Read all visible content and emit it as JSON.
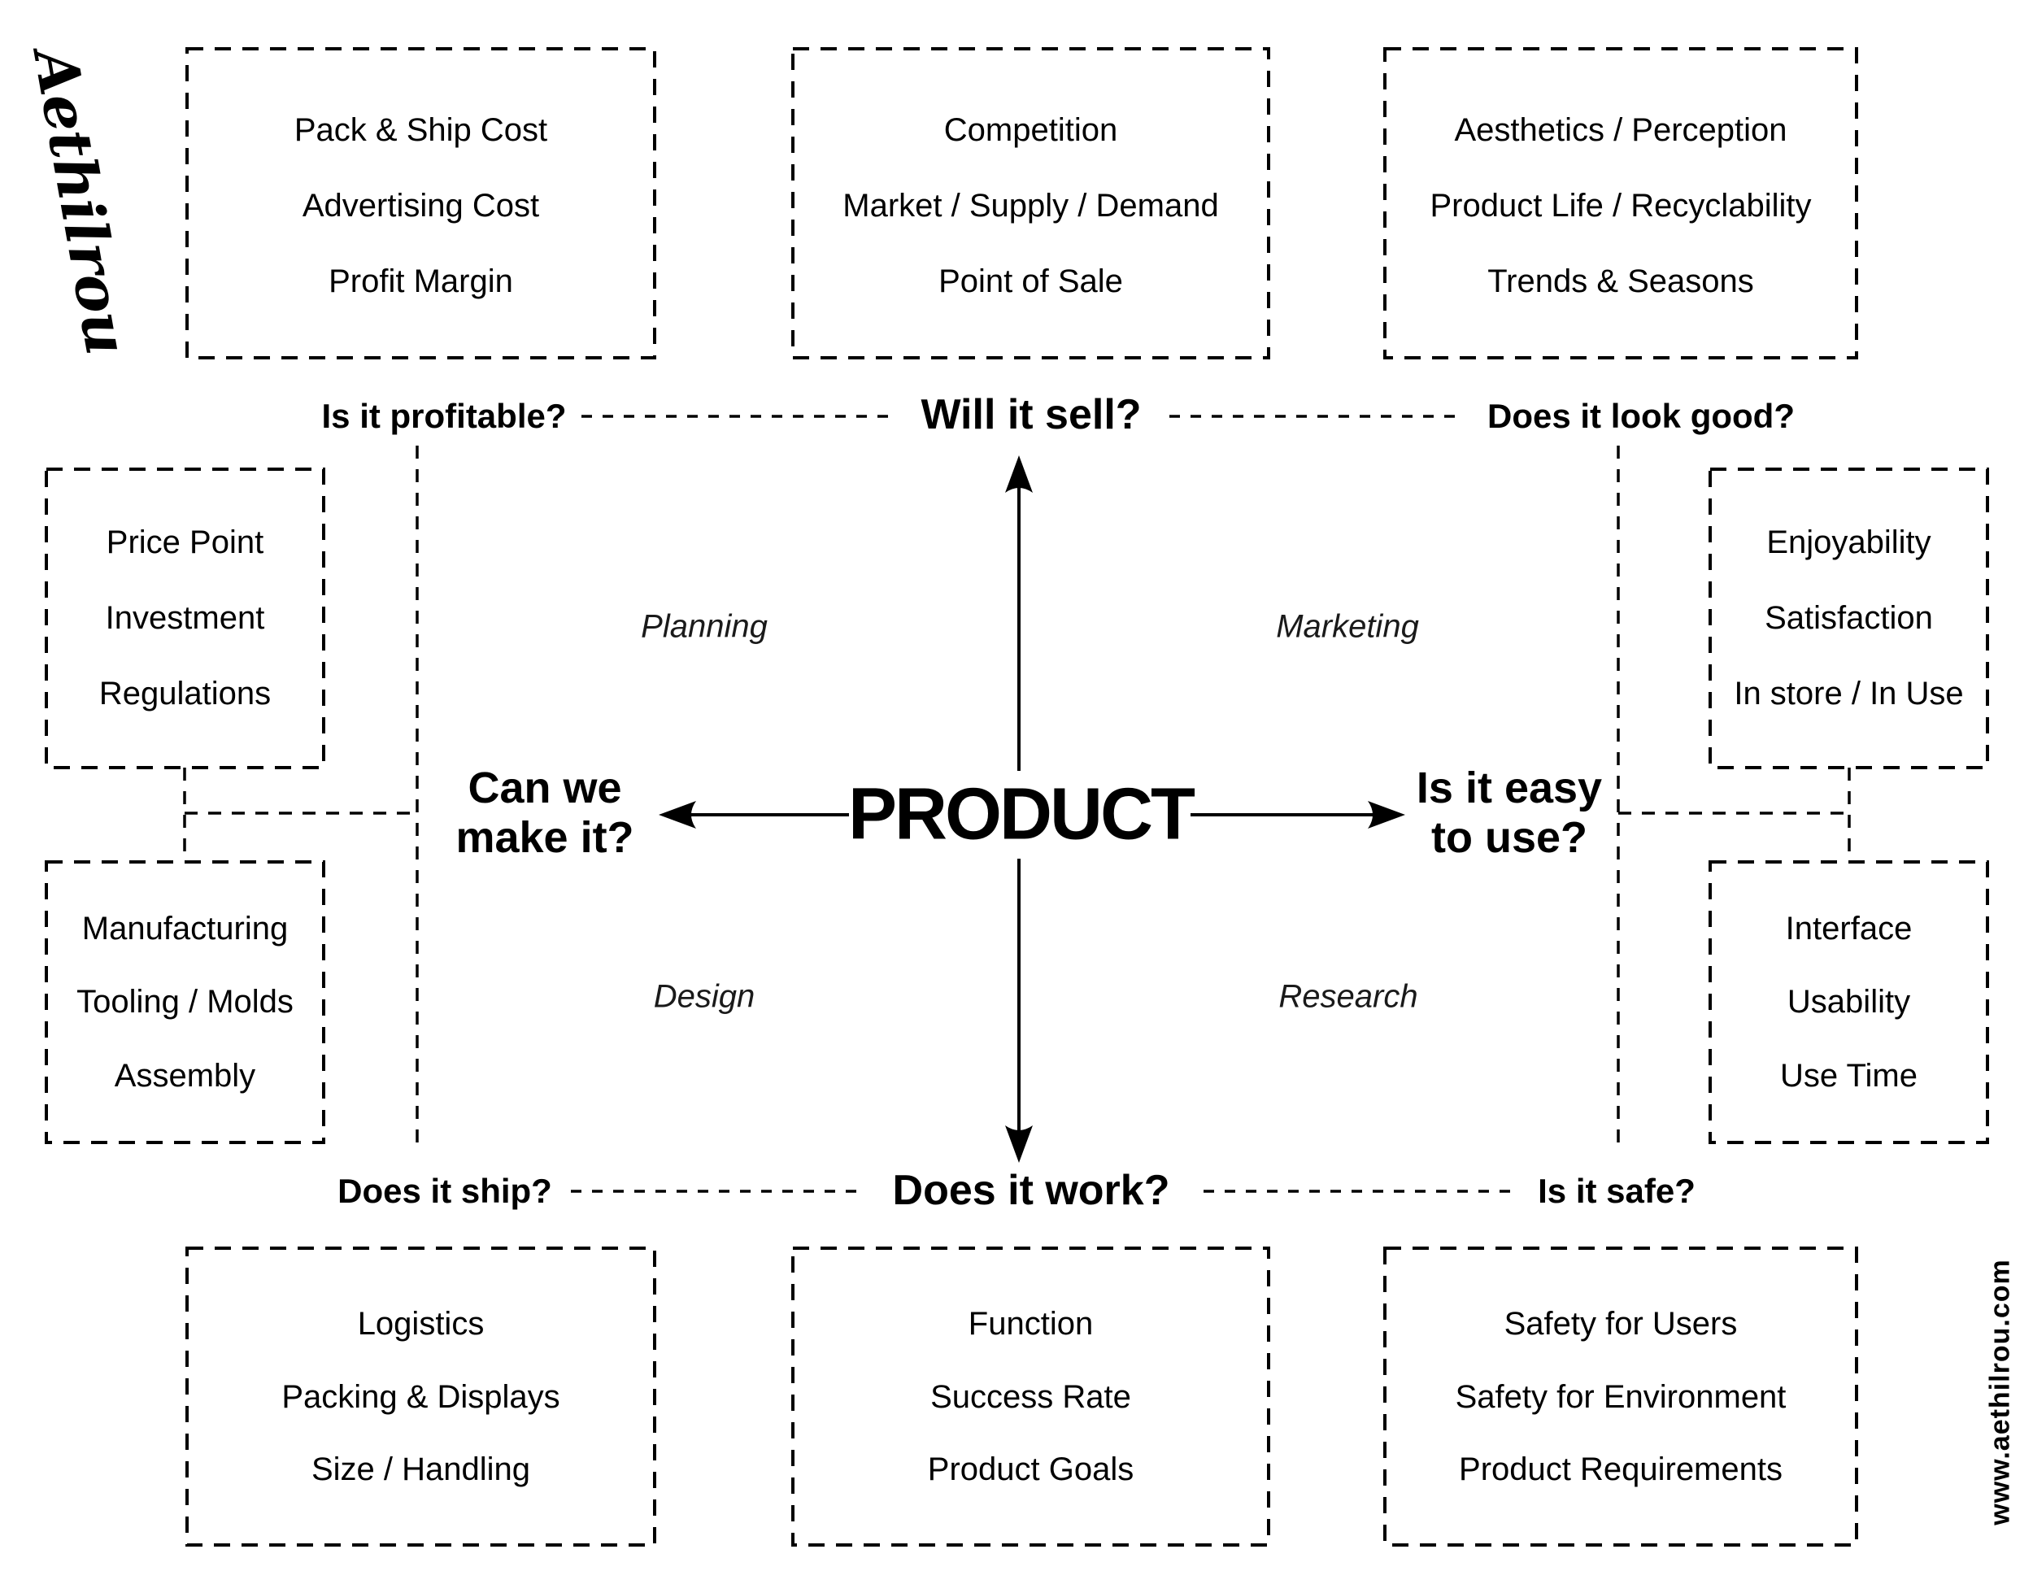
{
  "colors": {
    "ink": "#000000",
    "paper": "#ffffff"
  },
  "logo": {
    "text": "Aethilrou"
  },
  "website": {
    "text": "www.aethilrou.com"
  },
  "center": {
    "label": "PRODUCT"
  },
  "questions": {
    "profitable": "Is it profitable?",
    "sell": "Will it sell?",
    "look_good": "Does it look good?",
    "make_line1": "Can we",
    "make_line2": "make it?",
    "easy_line1": "Is it easy",
    "easy_line2": "to use?",
    "ship": "Does it ship?",
    "work": "Does it work?",
    "safe": "Is it safe?"
  },
  "quadrants": {
    "top_left": "Planning",
    "top_right": "Marketing",
    "bottom_left": "Design",
    "bottom_right": "Research"
  },
  "boxes": {
    "top_left": {
      "items": [
        "Pack & Ship Cost",
        "Advertising Cost",
        "Profit Margin"
      ]
    },
    "top_center": {
      "items": [
        "Competition",
        "Market / Supply / Demand",
        "Point of Sale"
      ]
    },
    "top_right": {
      "items": [
        "Aesthetics / Perception",
        "Product Life / Recyclability",
        "Trends & Seasons"
      ]
    },
    "mid_left": {
      "items": [
        "Price Point",
        "Investment",
        "Regulations"
      ]
    },
    "mid_right": {
      "items": [
        "Enjoyability",
        "Satisfaction",
        "In store / In Use"
      ]
    },
    "lower_left": {
      "items": [
        "Manufacturing",
        "Tooling / Molds",
        "Assembly"
      ]
    },
    "lower_right": {
      "items": [
        "Interface",
        "Usability",
        "Use Time"
      ]
    },
    "bottom_left": {
      "items": [
        "Logistics",
        "Packing & Displays",
        "Size / Handling"
      ]
    },
    "bottom_center": {
      "items": [
        "Function",
        "Success Rate",
        "Product Goals"
      ]
    },
    "bottom_right": {
      "items": [
        "Safety for Users",
        "Safety for Environment",
        "Product Requirements"
      ]
    }
  }
}
